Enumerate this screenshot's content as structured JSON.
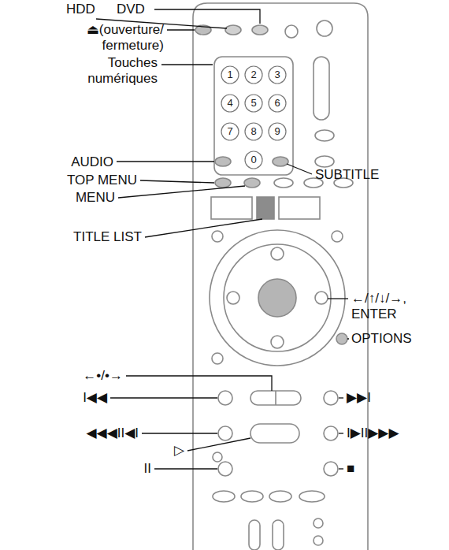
{
  "diagram": {
    "labels": [
      "HDD",
      "DVD",
      "⏏(ouverture/ fermeture)",
      "Touches numériques",
      "AUDIO",
      "TOP MENU",
      "MENU",
      "TITLE LIST",
      "SUBTITLE",
      "←/↑/↓/→, ENTER",
      "OPTIONS",
      "←•/•→",
      "I◀◀",
      "▶▶I",
      "◀◀◀II◀I",
      "I▶II▶▶▶",
      "▷",
      "II",
      "■",
      "1",
      "2",
      "3",
      "4",
      "5",
      "6",
      "7",
      "8",
      "9",
      "0"
    ]
  }
}
